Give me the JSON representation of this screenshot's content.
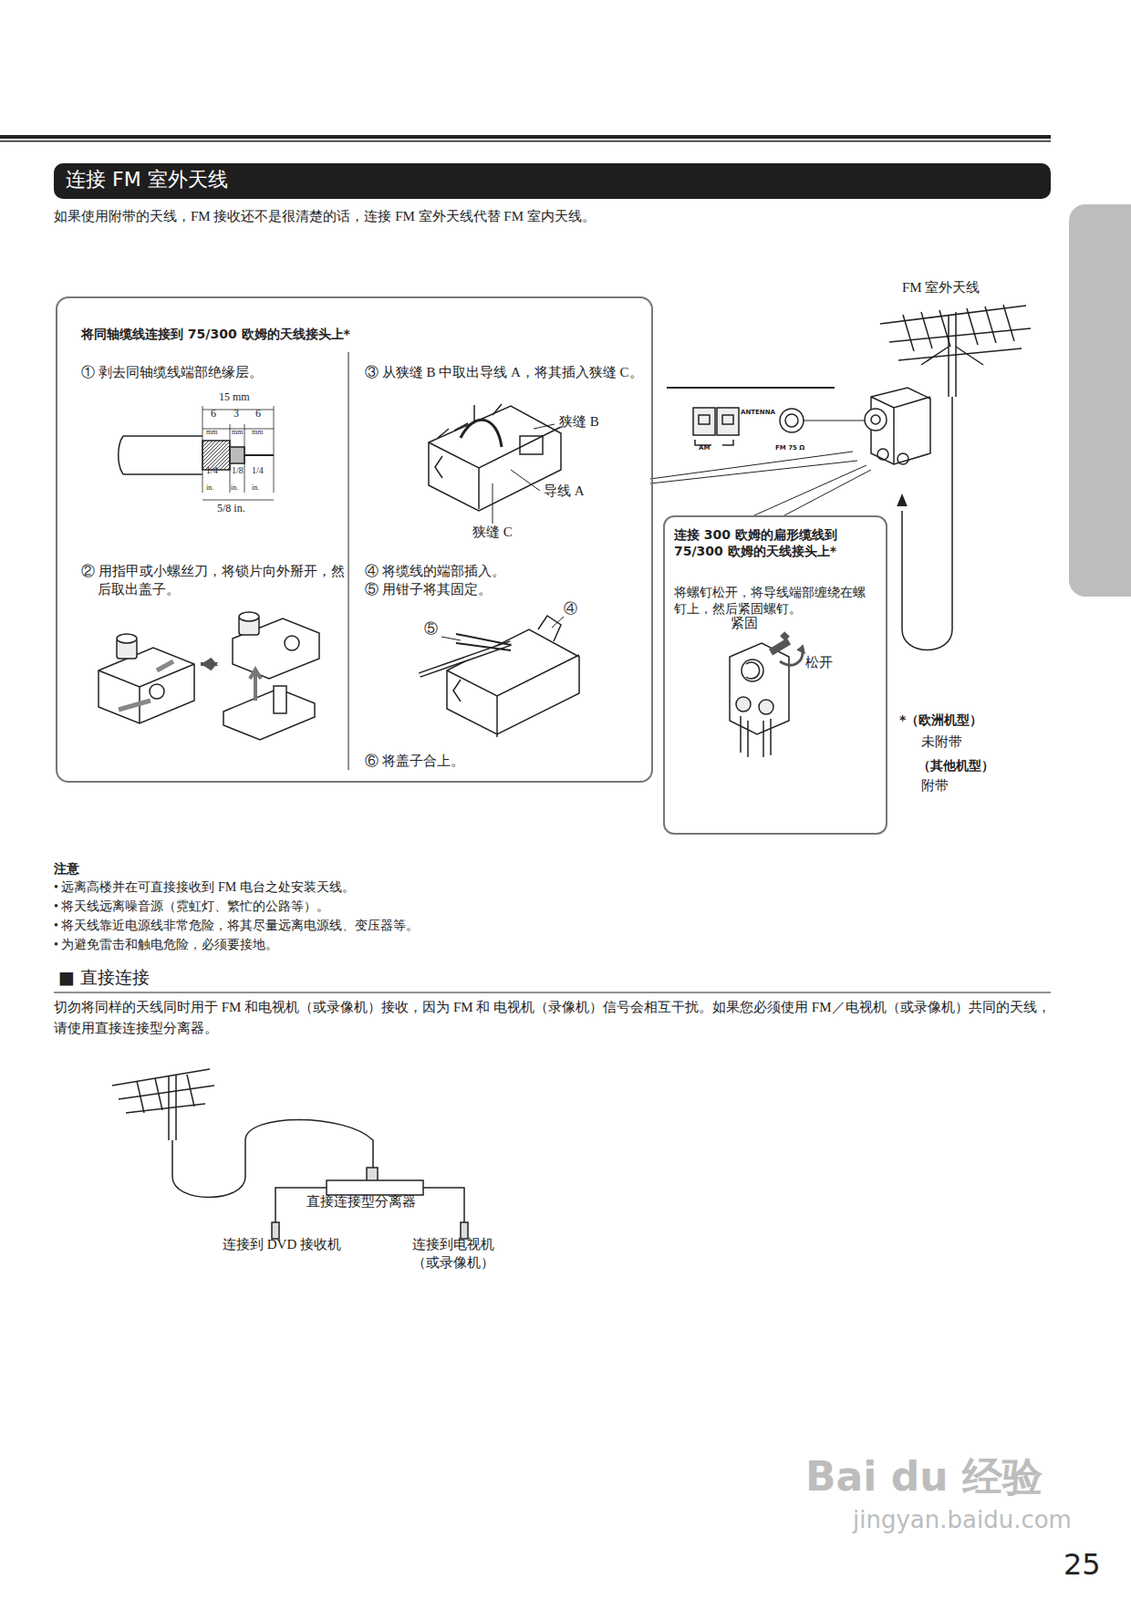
{
  "diagram": {
    "title": "连接 FM 室外天线",
    "nodes": [
      {
        "text": [
          "将同轴缆线连接到 75/300 欧姆的天线接头上*",
          "① 剥去同轴缆线端部绝缘层。",
          "② 用指甲或小螺丝刀，将锁片向外掰开，然后取出盖子。",
          "③ 从狭缝 B 中取出导线 A，将其插入狭缝 C。",
          "④ 将缆线的端部插入。",
          "⑤ 用钳子将其固定。",
          "⑥ 将盖子合上。"
        ]
      },
      {
        "text": [
          "连接 300 欧姆的扁形缆线到 75/300 欧姆的天线接头上*",
          "将螺钉松开，将导线端部缠绕在螺钉上，然后紧固螺钉。"
        ]
      },
      {
        "text": [
          "直接连接型分离器"
        ]
      }
    ],
    "labels": [
      "如果使用附带的天线，FM 接收还不是很清楚的话，连接 FM 室外天线代替 FM 室内天线。",
      "FM 室外天线",
      "15 mm",
      "6",
      "3",
      "6",
      "mm",
      "mm",
      "mm",
      "1/4",
      "1/8",
      "1/4",
      "in.",
      "in.",
      "in.",
      "5/8 in.",
      "狭缝 B",
      "导线 A",
      "狭缝 C",
      "⑤",
      "④",
      "ANTENNA",
      "AM",
      "FM 75 Ω",
      "紧固",
      "松开",
      "*（欧洲机型）",
      "未附带",
      "（其他机型）",
      "附带",
      "注意",
      "• 远离高楼并在可直接接收到 FM 电台之处安装天线。",
      "• 将天线远离噪音源（霓虹灯、繁忙的公路等）。",
      "• 将天线靠近电源线非常危险，将其尽量远离电源线、变压器等。",
      "• 为避免雷击和触电危险，必须要接地。",
      "■ 直接连接",
      "切勿将同样的天线同时用于 FM 和电视机（或录像机）接收，因为 FM 和 电视机（录像机）信号会相互干扰。如果您必须使用 FM／电视机（或录像机）共同的天线，请使用直接连接型分离器。",
      "连接到 DVD 接收机",
      "连接到电视机 （或录像机）",
      "Bai du 经验",
      "jingyan.baidu.com",
      "25"
    ]
  }
}
